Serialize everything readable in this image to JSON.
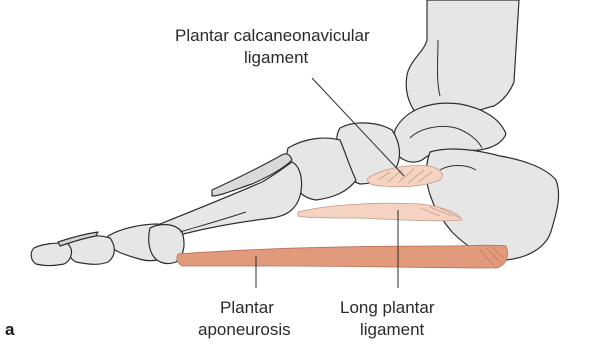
{
  "panel_letter": "a",
  "labels": {
    "calcaneonavicular_line1": "Plantar calcaneonavicular",
    "calcaneonavicular_line2": "ligament",
    "aponeurosis_line1": "Plantar",
    "aponeurosis_line2": "aponeurosis",
    "long_plantar_line1": "Long plantar",
    "long_plantar_line2": "ligament"
  },
  "colors": {
    "bone_fill": "#e6e6e6",
    "bone_stroke": "#2e2e2e",
    "ligament_fill": "#f4d3c2",
    "aponeurosis_fill": "#e29a7c",
    "leader_line": "#2e2e2e"
  }
}
